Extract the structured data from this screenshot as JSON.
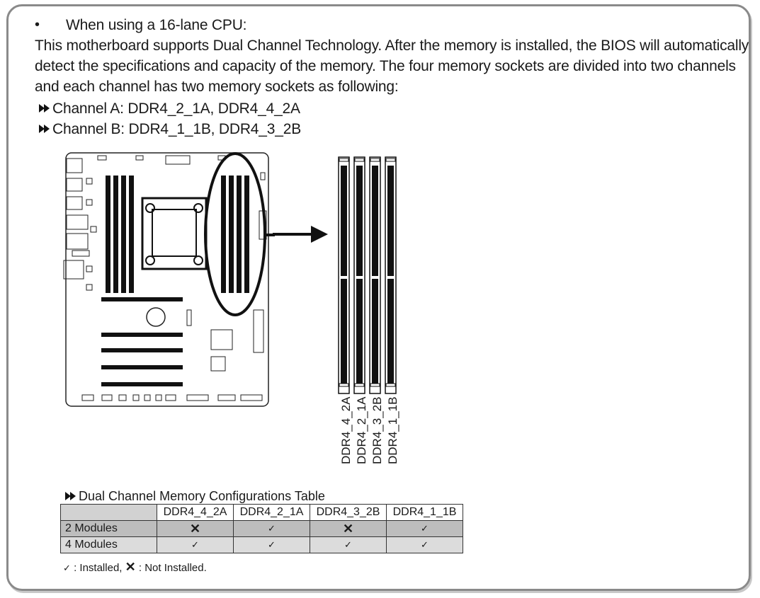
{
  "intro": {
    "bullet": "•",
    "heading": "When using a 16-lane CPU:",
    "para_lines": [
      "This motherboard supports Dual Channel Technology. After the memory is installed, the BIOS will automatically",
      "detect the specifications and capacity of the memory. The four memory sockets are divided into two channels",
      "and each channel has two memory sockets as following:"
    ],
    "channel_a": "Channel A: DDR4_2_1A, DDR4_4_2A",
    "channel_b": "Channel B: DDR4_1_1B, DDR4_3_2B"
  },
  "slot_labels": [
    "DDR4_4_2A",
    "DDR4_2_1A",
    "DDR4_3_2B",
    "DDR4_1_1B"
  ],
  "table": {
    "title": "Dual Channel Memory Configurations Table",
    "columns": [
      "",
      "DDR4_4_2A",
      "DDR4_2_1A",
      "DDR4_3_2B",
      "DDR4_1_1B"
    ],
    "rows": [
      {
        "label": "2 Modules",
        "cells": [
          "✕",
          "✓",
          "✕",
          "✓"
        ]
      },
      {
        "label": "4 Modules",
        "cells": [
          "✓",
          "✓",
          "✓",
          "✓"
        ]
      }
    ]
  },
  "legend": {
    "installed_symbol": "✓",
    "installed_text": ": Installed,",
    "not_installed_symbol": "✕",
    "not_installed_text": ": Not Installed."
  },
  "icons": {
    "list_marker": "fast-forward-icon",
    "arrow": "arrow-right-icon"
  }
}
